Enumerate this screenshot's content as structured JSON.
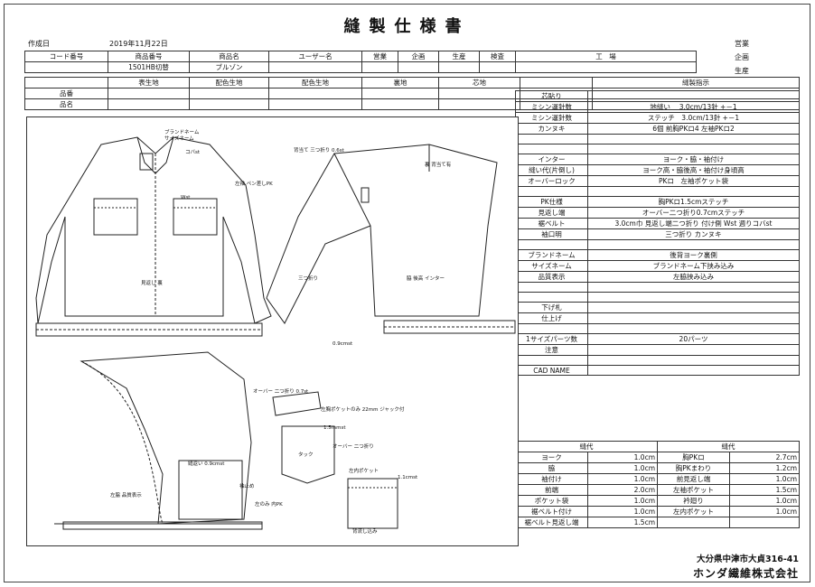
{
  "document": {
    "title": "縫製仕様書"
  },
  "header": {
    "date_label": "作成日",
    "date_value": "2019年11月22日",
    "right_labels": [
      "営業",
      "企画",
      "生産"
    ]
  },
  "top_table": {
    "row1": [
      "コード番号",
      "商品番号",
      "商品名",
      "ユーザー名",
      "営業",
      "企画",
      "生産",
      "検査",
      "工　場"
    ],
    "row2_values": {
      "product_number": "1501HB切替",
      "product_name": "ブルゾン"
    },
    "row3": [
      "表生地",
      "配色生地",
      "配色生地",
      "裏地",
      "芯地",
      "縫製指示"
    ],
    "row_labels": [
      "品番",
      "品名"
    ]
  },
  "instructions": [
    {
      "label": "芯貼り",
      "value": ""
    },
    {
      "label": "ミシン運針数",
      "value": "地縫い　 3.0cm/13針 +－1"
    },
    {
      "label": "ミシン運針数",
      "value": "ステッチ　3.0cm/13針 +－1"
    },
    {
      "label": "カンヌキ",
      "value": "6個  前胸PKロ4  左袖PKロ2"
    },
    {
      "label": "",
      "value": ""
    },
    {
      "label": "",
      "value": ""
    },
    {
      "label": "インター",
      "value": "ヨーク・脇・袖付け"
    },
    {
      "label": "縫い代(片倒し)",
      "value": "ヨーク高・脇後高・袖付け身頃高"
    },
    {
      "label": "オーバーロック",
      "value": "PKロ　左袖ポケット袋"
    },
    {
      "label": "",
      "value": ""
    },
    {
      "label": "PK仕様",
      "value": "胸PKロ1.5cmステッチ"
    },
    {
      "label": "見返し端",
      "value": "オーバー二つ折り0.7cmステッチ"
    },
    {
      "label": "裾ベルト",
      "value": "3.0cm巾  見返し端二つ折り  付け側  Wst  週りコバst"
    },
    {
      "label": "袖口明",
      "value": "三つ折り カンヌキ"
    },
    {
      "label": "",
      "value": ""
    },
    {
      "label": "ブランドネーム",
      "value": "後背ヨーク裏側"
    },
    {
      "label": "サイズネーム",
      "value": "ブランドネーム下挟み込み"
    },
    {
      "label": "品質表示",
      "value": "左脇挟み込み"
    },
    {
      "label": "",
      "value": ""
    },
    {
      "label": "",
      "value": ""
    },
    {
      "label": "下げ札",
      "value": ""
    },
    {
      "label": "仕上げ",
      "value": ""
    },
    {
      "label": "",
      "value": ""
    },
    {
      "label": "1サイズパーツ数",
      "value": "20パーツ"
    },
    {
      "label": "注意",
      "value": ""
    },
    {
      "label": "",
      "value": ""
    },
    {
      "label": "CAD NAME",
      "value": ""
    }
  ],
  "seam_allowance": {
    "header": [
      "縫代",
      "縫代"
    ],
    "rows": [
      [
        "ヨーク",
        "1.0cm",
        "胸PKロ",
        "2.7cm"
      ],
      [
        "脇",
        "1.0cm",
        "胸PKまわり",
        "1.2cm"
      ],
      [
        "袖付け",
        "1.0cm",
        "前見返し端",
        "1.0cm"
      ],
      [
        "前端",
        "2.0cm",
        "左袖ポケット",
        "1.5cm"
      ],
      [
        "ポケット袋",
        "1.0cm",
        "衿廻り",
        "1.0cm"
      ],
      [
        "裾ベルト付け",
        "1.0cm",
        "左内ポケット",
        "1.0cm"
      ],
      [
        "裾ベルト見返し端",
        "1.5cm",
        "",
        ""
      ]
    ]
  },
  "drawing_labels": {
    "brand": "ブランドネーム",
    "size": "サイズネーム",
    "coba": "コバst",
    "wst": "Wst",
    "left_sleeve": "左袖 ペン差しPK",
    "back_fold": "背当て 三つ折り 0.6st",
    "mitsuori": "三つ折り",
    "hem": "見返し 裏",
    "side_inter": "脇 後高 インター",
    "over": "オーバー 二つ折り 0.7st",
    "pocket_note": "左胸ポケットのみ 22mm ジャック付",
    "st15": "1.5mmst",
    "over2": "オーバー 二つ折り",
    "tack": "タック",
    "inner_pocket": "左内ポケット",
    "st1": "1.1cmst",
    "seam09": "縫返い 0.9cmst",
    "stop": "袖止め",
    "left_only": "左のみ 内PK",
    "quality": "左脇 品質表示",
    "back_label": "裏  背当て有",
    "st9": "0.9cmst",
    "bottom": "背流し込み"
  },
  "company": {
    "address": "大分県中津市大貞316-41",
    "name": "ホンダ繊維株式会社"
  }
}
